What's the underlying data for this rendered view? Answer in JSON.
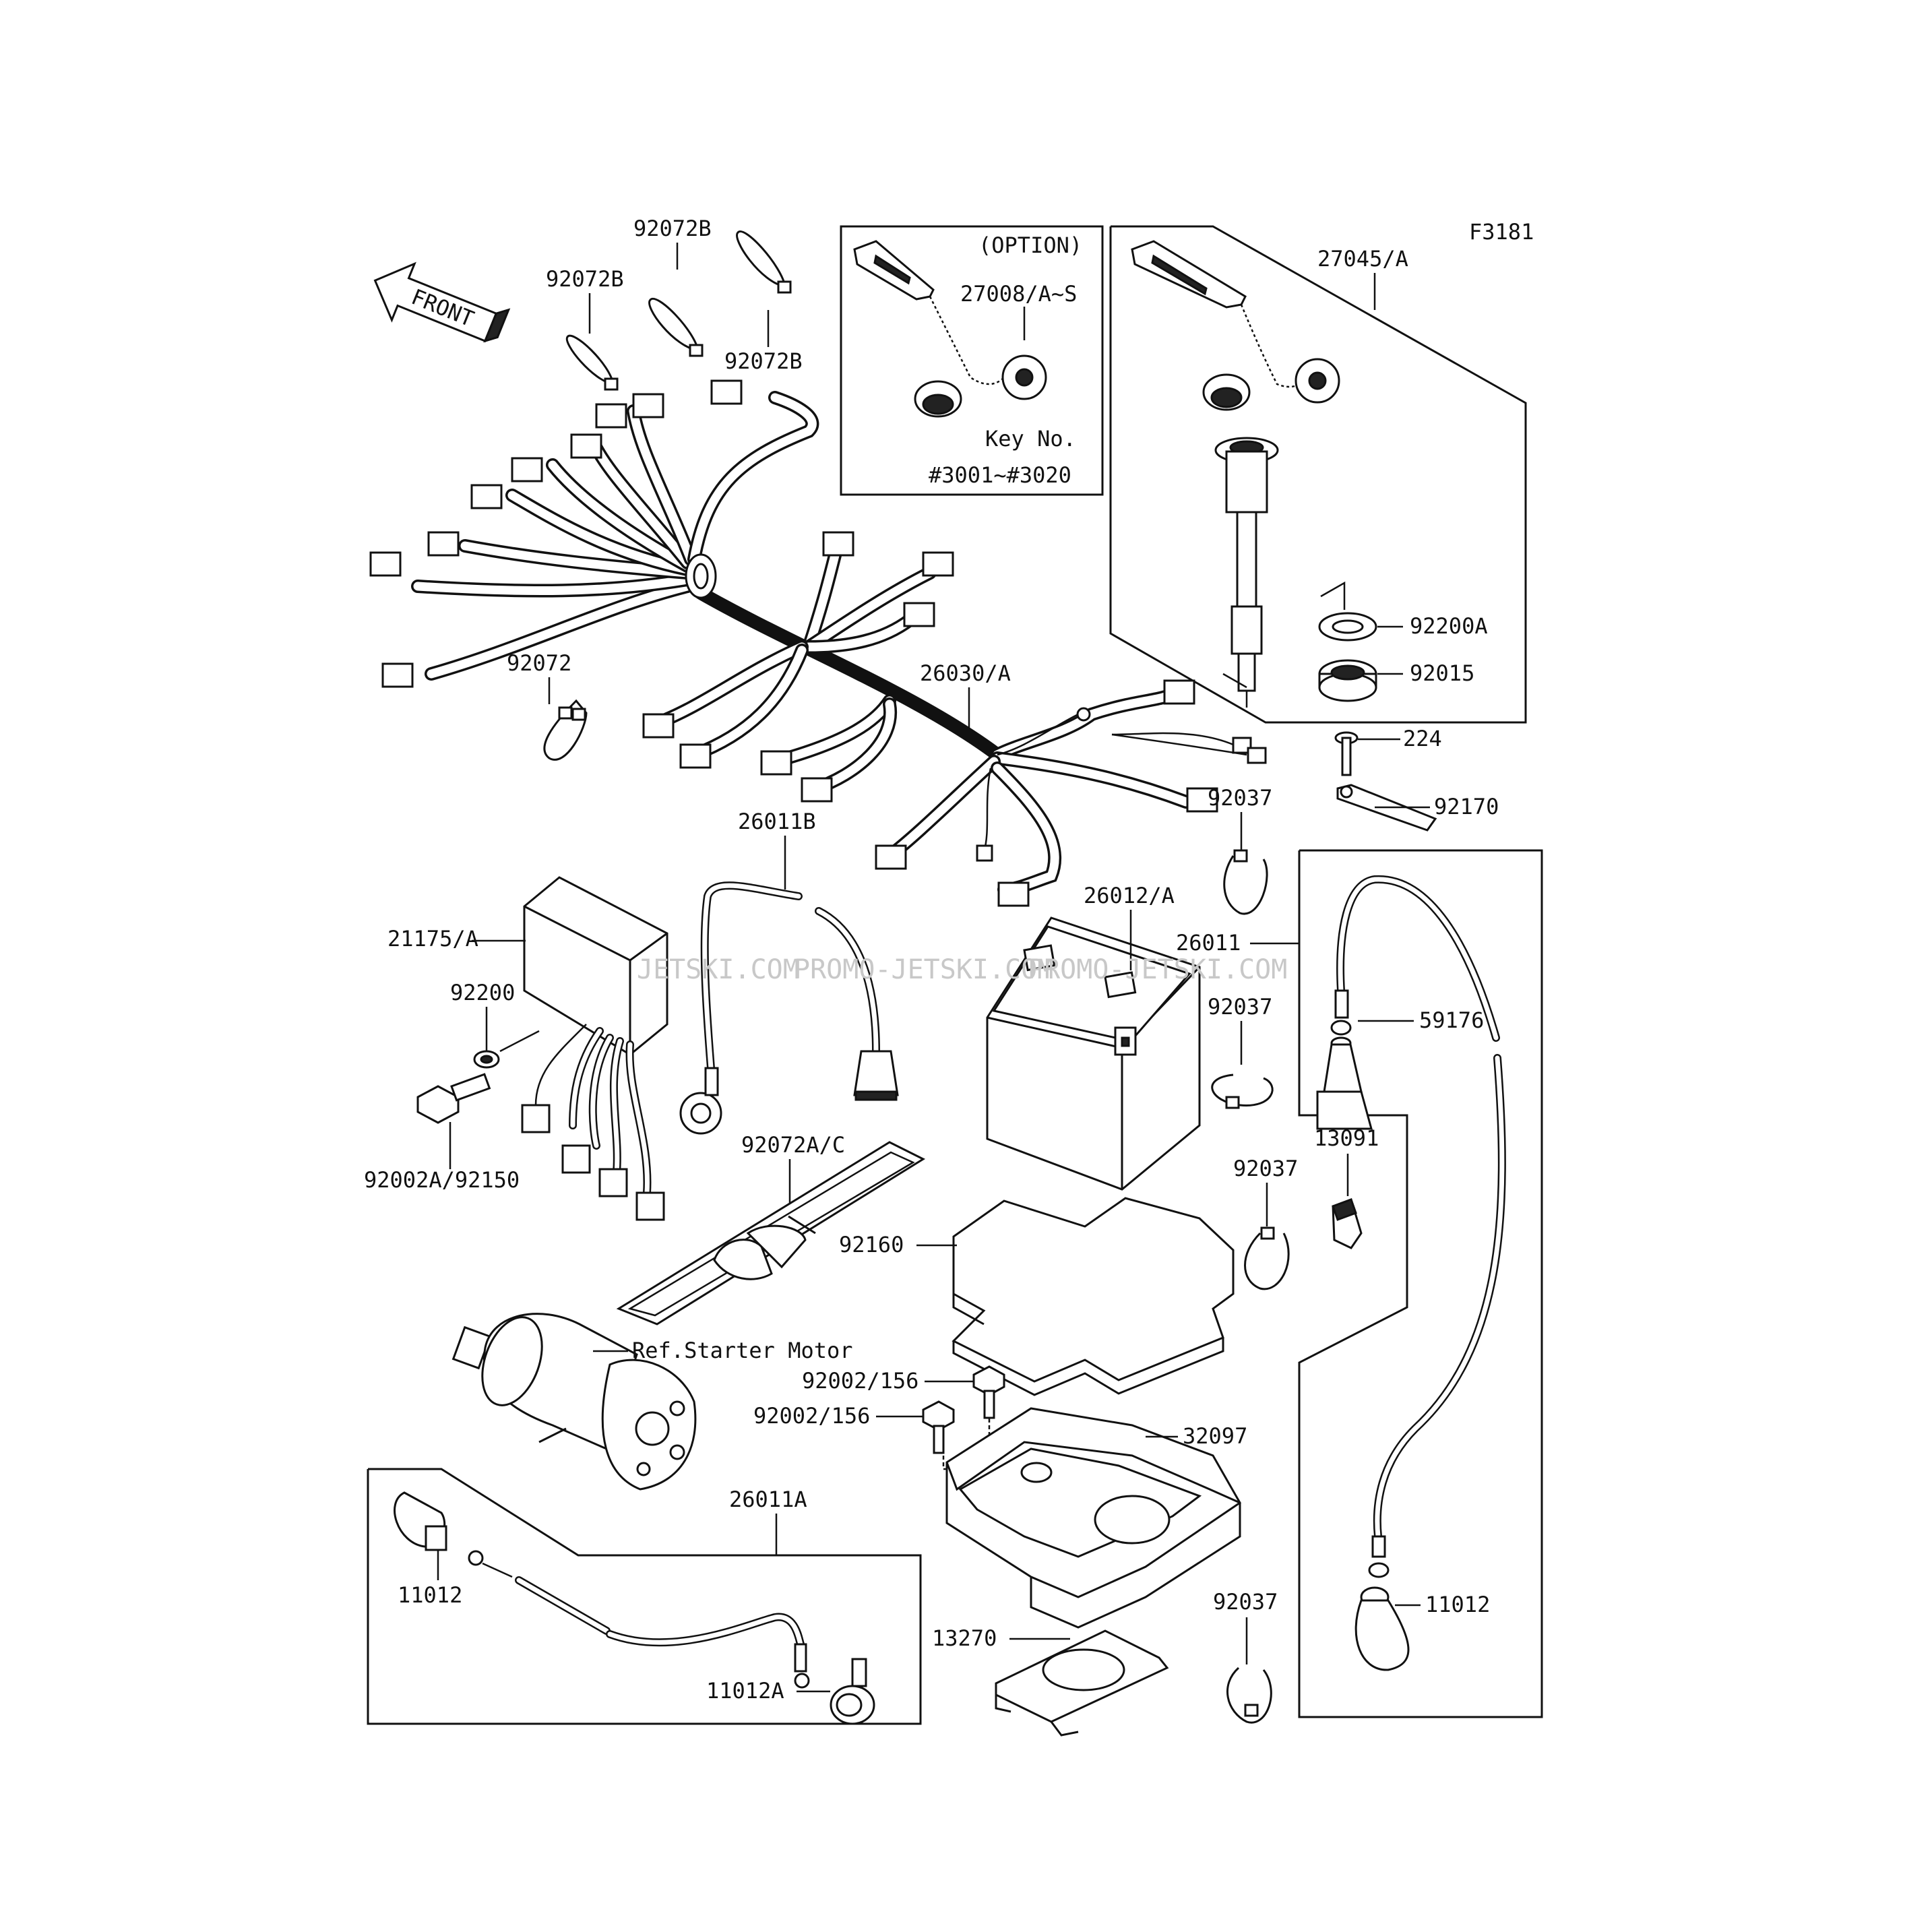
{
  "diagram_code": "F3181",
  "front_label": "FRONT",
  "option_box": {
    "title": "(OPTION)",
    "part": "27008/A~S",
    "key_label": "Key No.",
    "key_range": "#3001~#3020"
  },
  "watermark": {
    "a": "JETSKI.COM",
    "b": "PROMO-JETSKI.COM",
    "c": "PROMO-JETSKI.COM"
  },
  "parts": {
    "p92072B_1": "92072B",
    "p92072B_2": "92072B",
    "p92072B_3": "92072B",
    "p27045A": "27045/A",
    "p92200A": "92200A",
    "p92015": "92015",
    "p224": "224",
    "p92170": "92170",
    "p92072": "92072",
    "p26030A": "26030/A",
    "p92037_1": "92037",
    "p26011B": "26011B",
    "p26012A": "26012/A",
    "p26011": "26011",
    "p21175A": "21175/A",
    "p92200": "92200",
    "p59176": "59176",
    "p92037_2": "92037",
    "p13091": "13091",
    "p92037_3": "92037",
    "p92002A": "92002A/92150",
    "p92072AC": "92072A/C",
    "p92160": "92160",
    "pStarter": "Ref.Starter Motor",
    "p92002_156a": "92002/156",
    "p92002_156b": "92002/156",
    "p32097": "32097",
    "p26011A": "26011A",
    "p11012_l": "11012",
    "p92037_4": "92037",
    "p11012_r": "11012",
    "p13270": "13270",
    "p11012A": "11012A"
  }
}
